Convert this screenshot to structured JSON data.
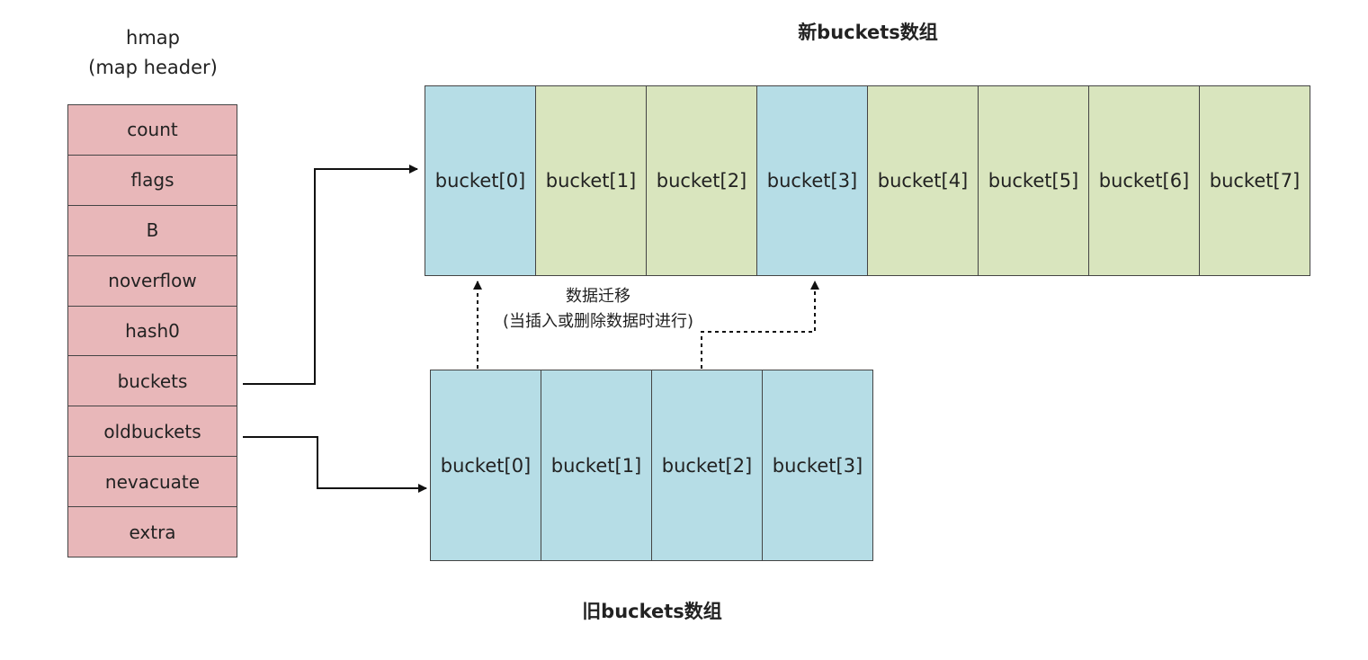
{
  "hmap": {
    "title_line1": "hmap",
    "title_line2": "(map header)",
    "fields": [
      "count",
      "flags",
      "B",
      "noverflow",
      "hash0",
      "buckets",
      "oldbuckets",
      "nevacuate",
      "extra"
    ]
  },
  "new_buckets": {
    "title": "新buckets数组",
    "items": [
      {
        "label": "bucket[0]",
        "migrated": true
      },
      {
        "label": "bucket[1]",
        "migrated": false
      },
      {
        "label": "bucket[2]",
        "migrated": false
      },
      {
        "label": "bucket[3]",
        "migrated": true
      },
      {
        "label": "bucket[4]",
        "migrated": false
      },
      {
        "label": "bucket[5]",
        "migrated": false
      },
      {
        "label": "bucket[6]",
        "migrated": false
      },
      {
        "label": "bucket[7]",
        "migrated": false
      }
    ]
  },
  "old_buckets": {
    "title": "旧buckets数组",
    "items": [
      "bucket[0]",
      "bucket[1]",
      "bucket[2]",
      "bucket[3]"
    ]
  },
  "migration": {
    "line1": "数据迁移",
    "line2": "(当插入或删除数据时进行)"
  },
  "colors": {
    "hmap_field": "#e8b7b9",
    "bucket_blue": "#b6dde6",
    "bucket_green": "#d9e5be",
    "border": "#444444",
    "arrow": "#111111"
  }
}
